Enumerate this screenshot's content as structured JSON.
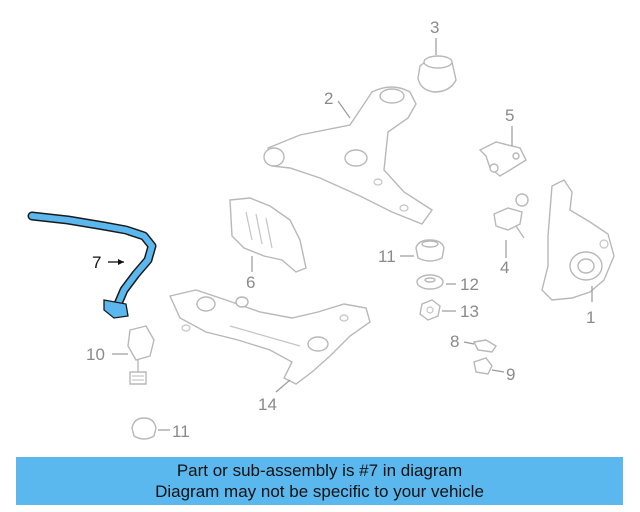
{
  "banner": {
    "line1": "Part or sub-assembly is #7 in diagram",
    "line2": "Diagram may not be specific to your vehicle",
    "color": "#5bb8ee"
  },
  "highlight_color": "#5bb8ee",
  "callouts": {
    "c1": "1",
    "c2": "2",
    "c3": "3",
    "c4": "4",
    "c5": "5",
    "c6": "6",
    "c7": "7",
    "c8": "8",
    "c9": "9",
    "c10": "10",
    "c11a": "11",
    "c11b": "11",
    "c12": "12",
    "c13": "13",
    "c14": "14"
  }
}
